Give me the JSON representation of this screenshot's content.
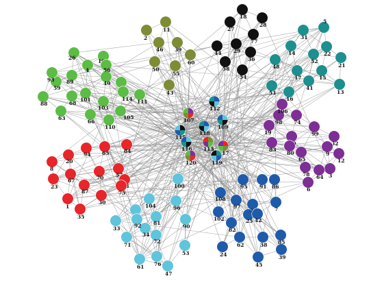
{
  "clusters": [
    {
      "id": "black",
      "color": "#111111",
      "nodes": [
        "18",
        "27",
        "28",
        "29",
        "36",
        "44",
        "54",
        "58",
        "77"
      ]
    },
    {
      "id": "olive",
      "color": "#7e8c35",
      "nodes": [
        "2",
        "11",
        "39",
        "43",
        "46",
        "50",
        "55",
        "60"
      ]
    },
    {
      "id": "teal",
      "color": "#1d8f8f",
      "nodes": [
        "5",
        "13",
        "14",
        "15",
        "16",
        "17",
        "21",
        "22",
        "31",
        "41",
        "48",
        "51",
        "52"
      ]
    },
    {
      "id": "green",
      "color": "#5cbc45",
      "nodes": [
        "4",
        "10",
        "26",
        "40",
        "56",
        "59",
        "63",
        "66",
        "68",
        "69",
        "88",
        "89",
        "93",
        "101",
        "103",
        "105",
        "110",
        "111",
        "114"
      ]
    },
    {
      "id": "purple",
      "color": "#7e2f95",
      "nodes": [
        "3",
        "6",
        "9",
        "12",
        "19",
        "32",
        "64",
        "65",
        "70",
        "74",
        "78",
        "80",
        "83",
        "98",
        "99",
        "106"
      ]
    },
    {
      "id": "red",
      "color": "#e8252a",
      "nodes": [
        "1",
        "8",
        "20",
        "23",
        "30",
        "35",
        "57",
        "65r",
        "67",
        "70r",
        "73",
        "75",
        "84",
        "87",
        "94"
      ]
    },
    {
      "id": "lightblue",
      "color": "#5fc4dc",
      "nodes": [
        "33",
        "34",
        "47",
        "49",
        "53",
        "61",
        "71",
        "72",
        "76",
        "81",
        "90",
        "92",
        "96",
        "100",
        "104"
      ]
    },
    {
      "id": "blue",
      "color": "#1f5bab",
      "nodes": [
        "7",
        "24",
        "25",
        "37",
        "38",
        "39b",
        "42",
        "45",
        "62",
        "82",
        "85",
        "86",
        "91",
        "95",
        "97",
        "102",
        "108"
      ]
    },
    {
      "id": "hub",
      "color": "#f2d600",
      "nodes": [
        "107",
        "109",
        "112",
        "113",
        "115",
        "116",
        "117",
        "118",
        "119",
        "120"
      ]
    }
  ],
  "labels": {
    "18": "18",
    "27": "27",
    "28": "28",
    "29": "29",
    "36": "36",
    "44": "44",
    "54": "54",
    "58": "58",
    "77": "77",
    "2": "2",
    "11": "11",
    "39": "39",
    "43": "43",
    "46": "46",
    "50": "50",
    "55": "55",
    "60": "60",
    "5": "5",
    "13": "13",
    "14": "14",
    "15": "15",
    "16": "16",
    "17": "17",
    "21": "21",
    "22": "22",
    "31": "31",
    "41": "41",
    "48": "48",
    "51": "51",
    "52": "52",
    "4": "4",
    "10": "10",
    "26": "26",
    "40": "40",
    "56": "56",
    "59": "59",
    "63": "63",
    "66": "66",
    "68": "68",
    "69": "69",
    "88": "88",
    "89": "89",
    "93": "93",
    "101": "101",
    "103": "103",
    "105": "105",
    "110": "110",
    "111": "111",
    "114": "114",
    "3": "3",
    "6": "6",
    "9": "9",
    "12": "12",
    "19": "19",
    "32": "32",
    "64": "64",
    "65": "65",
    "70": "70",
    "74": "74",
    "78": "78",
    "80": "80",
    "83": "83",
    "98": "98",
    "99": "99",
    "106": "106",
    "1": "1",
    "8": "8",
    "20": "20",
    "23": "23",
    "30": "30",
    "35": "35",
    "57": "57",
    "65r": "65",
    "67": "67",
    "70r": "70",
    "73": "73",
    "75": "75",
    "84": "84",
    "87": "87",
    "94": "94",
    "33": "33",
    "34": "34",
    "47": "47",
    "49": "49",
    "53": "53",
    "61": "61",
    "71": "71",
    "72": "72",
    "76": "76",
    "81": "81",
    "90": "90",
    "92": "92",
    "96": "96",
    "100": "100",
    "104": "104",
    "7": "7",
    "24": "24",
    "25": "25",
    "37": "37",
    "38": "38",
    "39b": "39",
    "42": "42",
    "45": "45",
    "62": "62",
    "82": "82",
    "85": "85",
    "86": "86",
    "91": "91",
    "95": "95",
    "97": "97",
    "102": "102",
    "108": "108",
    "107": "107",
    "109": "109",
    "112": "112",
    "113": "113",
    "115": "115",
    "116": "116",
    "117": "117",
    "118": "118",
    "119": "119",
    "120": "120"
  },
  "hub_slice_colors": [
    "#111111",
    "#5cbc45",
    "#1d8f8f",
    "#7e2f95",
    "#1f5bab",
    "#e8252a",
    "#5fc4dc",
    "#7e8c35"
  ]
}
